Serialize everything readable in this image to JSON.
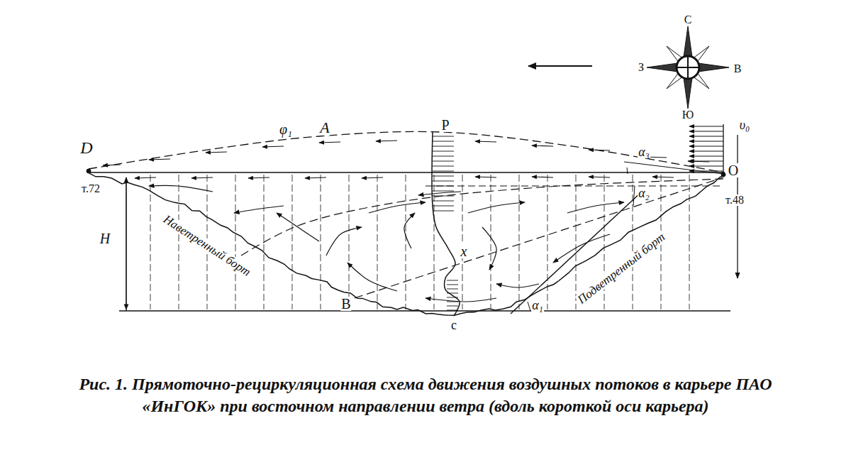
{
  "diagram": {
    "caption": "Рис. 1. Прямоточно-рециркуляционная схема движения воздушных потоков в карьере ПАО «ИнГОК» при восточном направлении ветра (вдоль короткой оси карьера)",
    "labels": [
      "D",
      "φ₁",
      "A",
      "P",
      "α₃",
      "α₂",
      "α₁",
      "O",
      "υ₀",
      "т.72",
      "т.48",
      "H",
      "Наветренный борт",
      "Подветренный борт",
      "x",
      "B",
      "c",
      "С",
      "З",
      "В",
      "Ю"
    ]
  }
}
